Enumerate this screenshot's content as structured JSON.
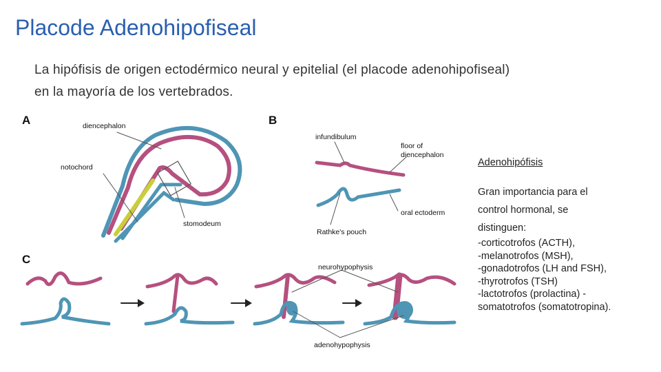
{
  "title": "Placode Adenohipofiseal",
  "subtitle": {
    "line1": "La hipófisis de origen ectodérmico neural y epitelial (el placode adenohipofiseal)",
    "line2": "en la mayoría de los vertebrados."
  },
  "figure": {
    "panel_a": "A",
    "panel_b": "B",
    "panel_c": "C",
    "labels": {
      "diencephalon": "diencephalon",
      "notochord": "notochord",
      "stomodeum": "stomodeum",
      "infundibulum": "infundibulum",
      "floor_line1": "floor of",
      "floor_line2": "diencephalon",
      "oral_ectoderm": "oral ectoderm",
      "rathkes_pouch": "Rathke's pouch",
      "neurohypophysis": "neurohypophysis",
      "adenohypophysis": "adenohypophysis"
    },
    "colors": {
      "neural": "#b5507f",
      "ectoderm": "#4f95b5",
      "notochord": "#c9cf3a"
    }
  },
  "side_text": {
    "heading": "Adenohipófisis",
    "intro": [
      "Gran importancia para el",
      "control hormonal, se",
      "distinguen:"
    ],
    "items": [
      "-corticotrofos (ACTH),",
      "-melanotrofos (MSH),",
      "-gonadotrofos (LH and FSH),",
      "-thyrotrofos (TSH)",
      "-lactotrofos (prolactina) -",
      "somatotrofos (somatotropina)."
    ]
  }
}
